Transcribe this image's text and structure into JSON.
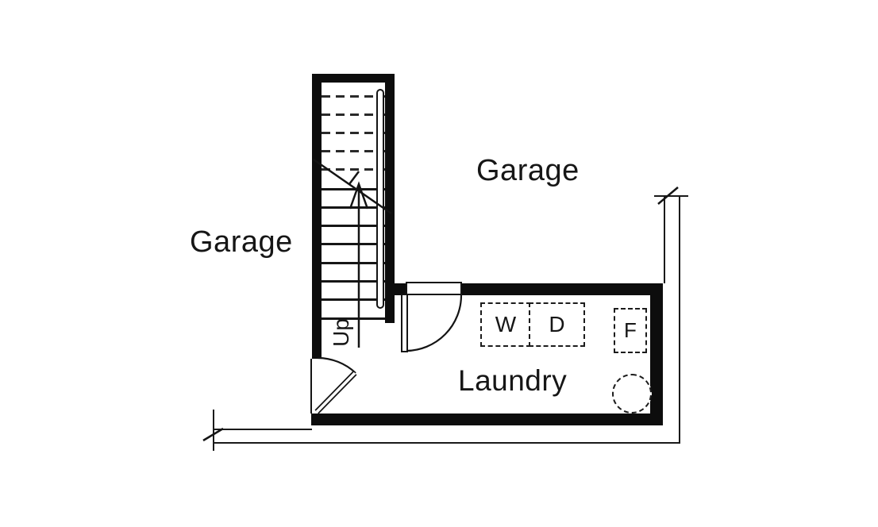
{
  "plan": {
    "labels": {
      "garage_left": "Garage",
      "garage_right": "Garage",
      "laundry": "Laundry",
      "stairs_direction": "Up"
    },
    "appliances": {
      "washer": "W",
      "dryer": "D",
      "freezer": "F"
    },
    "colors": {
      "line": "#141414",
      "wall": "#0d0d0d",
      "background": "#ffffff"
    }
  }
}
